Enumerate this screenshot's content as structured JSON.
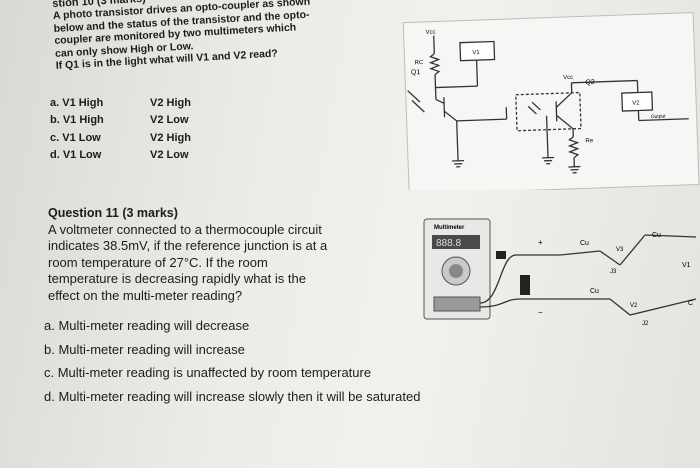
{
  "question10": {
    "heading": "stion 10 (3 marks)",
    "lines": [
      "A photo transistor drives an opto-coupler as shown",
      "below and the status of the transistor and the opto-",
      "coupler are monitored by two multimeters which",
      "can only show High or Low.",
      "If Q1 is in the light what will V1 and V2 read?"
    ],
    "options": [
      {
        "left": "a. V1 High",
        "right": "V2 High"
      },
      {
        "left": "b. V1 High",
        "right": "V2 Low"
      },
      {
        "left": "c. V1 Low",
        "right": "V2 High"
      },
      {
        "left": "d. V1 Low",
        "right": "V2 Low"
      }
    ]
  },
  "circuit1": {
    "vcc_left": "Vcc",
    "rc": "RC",
    "q1": "Q1",
    "v1": "V1",
    "vcc_right": "Vcc",
    "q2": "Q2",
    "v2": "V2",
    "output": "Output",
    "re": "Re"
  },
  "question11": {
    "heading": "Question 11 (3 marks)",
    "lines": [
      "A voltmeter connected to a thermocouple circuit",
      "indicates 38.5mV, if the reference junction is at a",
      "room temperature of 27°C.  If the room",
      "temperature is decreasing rapidly what is the",
      "effect on the multi-meter reading?"
    ],
    "options": [
      "a. Multi-meter reading will decrease",
      "b. Multi-meter reading will increase",
      "c. Multi-meter reading is unaffected by room temperature",
      "d. Multi-meter reading will increase slowly then it will be saturated"
    ]
  },
  "circuit2": {
    "multimeter": "Multimeter",
    "display": "888.8",
    "cu_1": "Cu",
    "cu_2": "Cu",
    "cu_3": "Cu",
    "v3": "V3",
    "j3": "J3",
    "v1": "V1",
    "v2": "V2",
    "j2": "J2",
    "c": "C",
    "plus": "+",
    "minus": "−"
  }
}
